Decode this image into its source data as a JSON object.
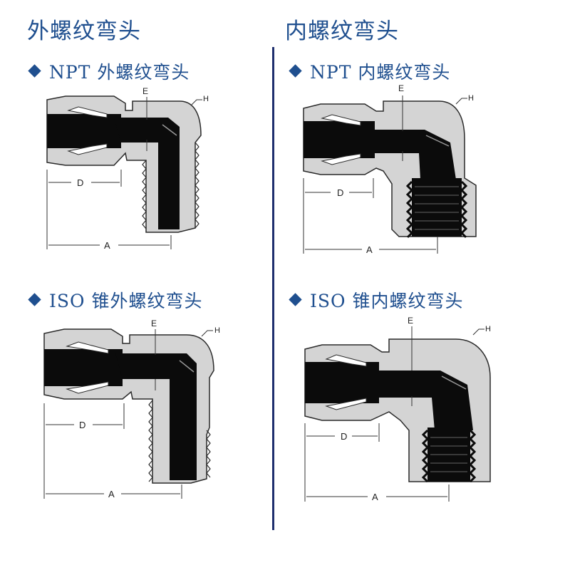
{
  "headings": {
    "left_title": "外螺纹弯头",
    "right_title": "内螺纹弯头"
  },
  "sections": [
    {
      "label": "NPT 外螺纹弯头"
    },
    {
      "label": "NPT 内螺纹弯头"
    },
    {
      "label": "ISO 锥外螺纹弯头"
    },
    {
      "label": "ISO 锥内螺纹弯头"
    }
  ],
  "dimensions": {
    "a": "A",
    "d": "D",
    "e": "E",
    "h": "H"
  },
  "colors": {
    "heading": "#1f4f8f",
    "divider": "#1f2f6e",
    "body_fill": "#d4d4d4",
    "tube": "#0b0b0b"
  }
}
